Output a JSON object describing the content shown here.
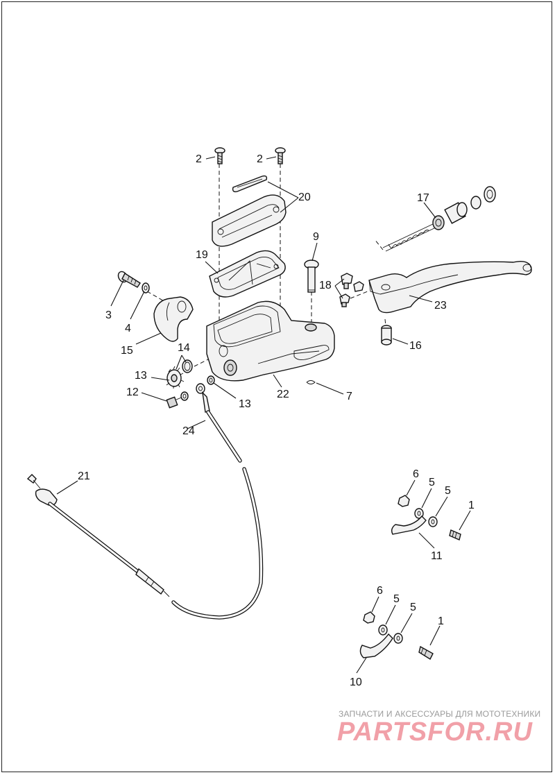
{
  "diagram": {
    "callouts": {
      "c2a": "2",
      "c2b": "2",
      "c20": "20",
      "c17": "17",
      "c9": "9",
      "c19": "19",
      "c18": "18",
      "c3": "3",
      "c4": "4",
      "c15": "15",
      "c14": "14",
      "c23": "23",
      "c16": "16",
      "c13a": "13",
      "c12": "12",
      "c13b": "13",
      "c22": "22",
      "c7": "7",
      "c24": "24",
      "c21": "21",
      "c6a": "6",
      "c5a": "5",
      "c5b": "5",
      "c1a": "1",
      "c11": "11",
      "c6b": "6",
      "c5c": "5",
      "c5d": "5",
      "c1b": "1",
      "c10": "10"
    }
  },
  "watermark": {
    "caption": "ЗАПЧАСТИ И АКСЕССУАРЫ ДЛЯ МОТОТЕХНИКИ",
    "logo": "PARTSFOR.RU",
    "logo_color": "#f1a0a8"
  }
}
